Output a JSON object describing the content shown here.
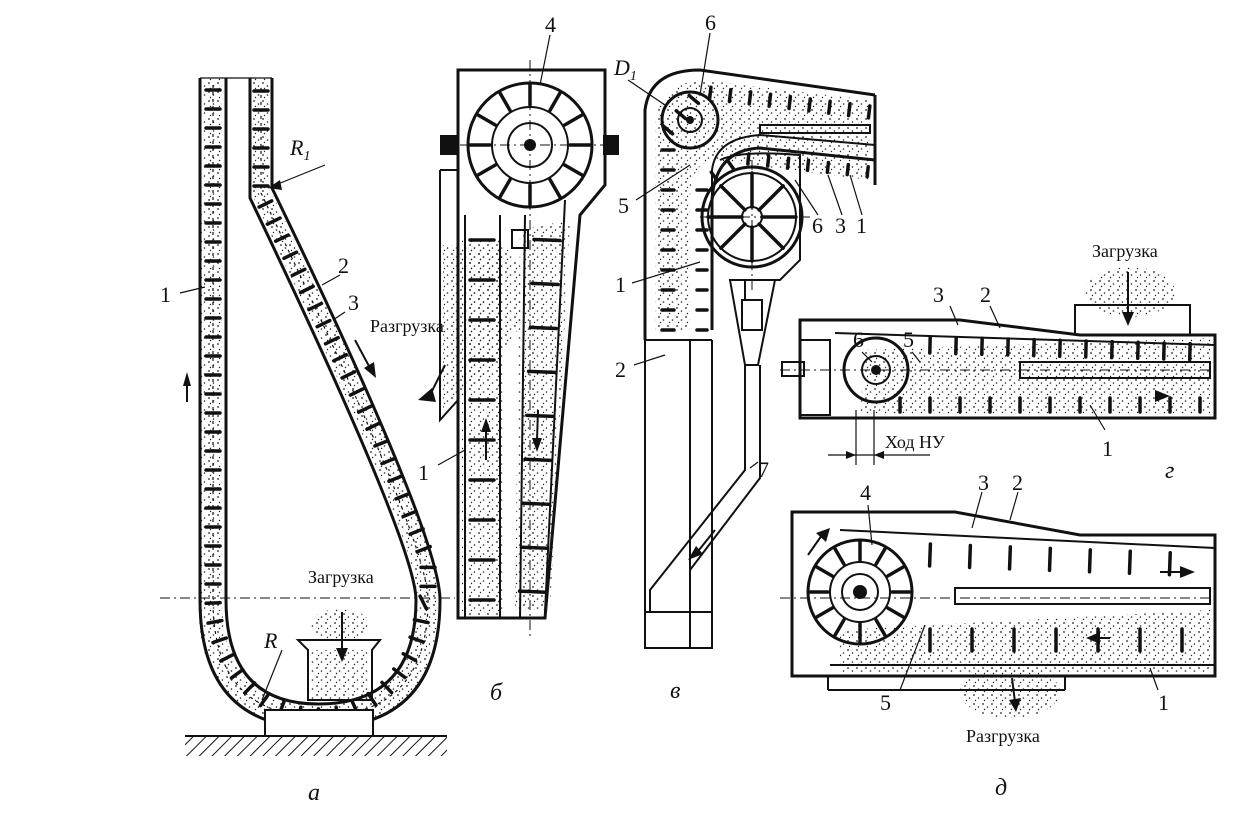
{
  "figure": {
    "labels": {
      "one": "1",
      "two": "2",
      "three": "3",
      "four": "4",
      "five": "5",
      "six": "6",
      "seven": "7",
      "r1_main": "R",
      "r1_sub": "1",
      "r": "R",
      "d1_main": "D",
      "d1_sub": "1"
    },
    "words": {
      "loading": "Загрузка",
      "unloading": "Разгрузка",
      "stroke": "Ход НУ"
    },
    "captions": {
      "a": "а",
      "b": "б",
      "v": "в",
      "g": "г",
      "d": "д"
    }
  }
}
